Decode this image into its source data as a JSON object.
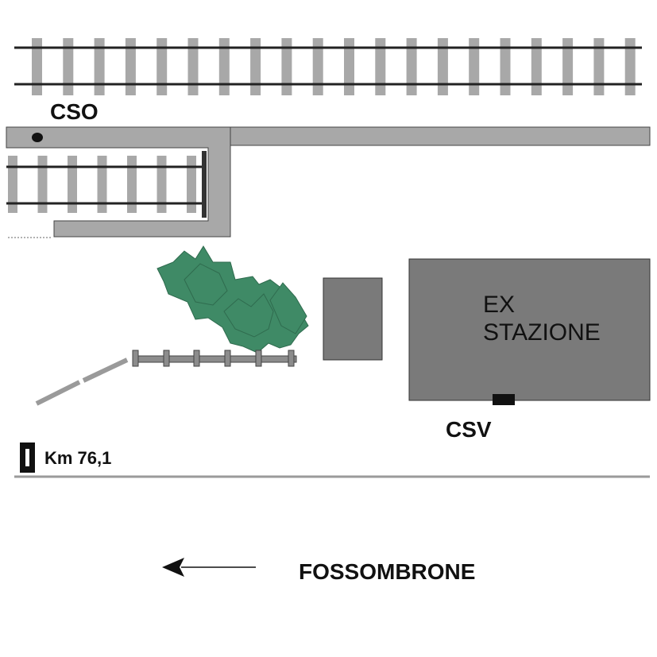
{
  "labels": {
    "cso": "CSO",
    "csv": "CSV",
    "station_line1": "EX",
    "station_line2": "STAZIONE",
    "km": "Km  76,1",
    "direction": "FOSSOMBRONE"
  },
  "colors": {
    "sleeper": "#a8a8a8",
    "rail": "#222222",
    "platform": "#a8a8a8",
    "building": "#7a7a7a",
    "tree": "#3f8a66",
    "road": "#9a9a9a"
  }
}
